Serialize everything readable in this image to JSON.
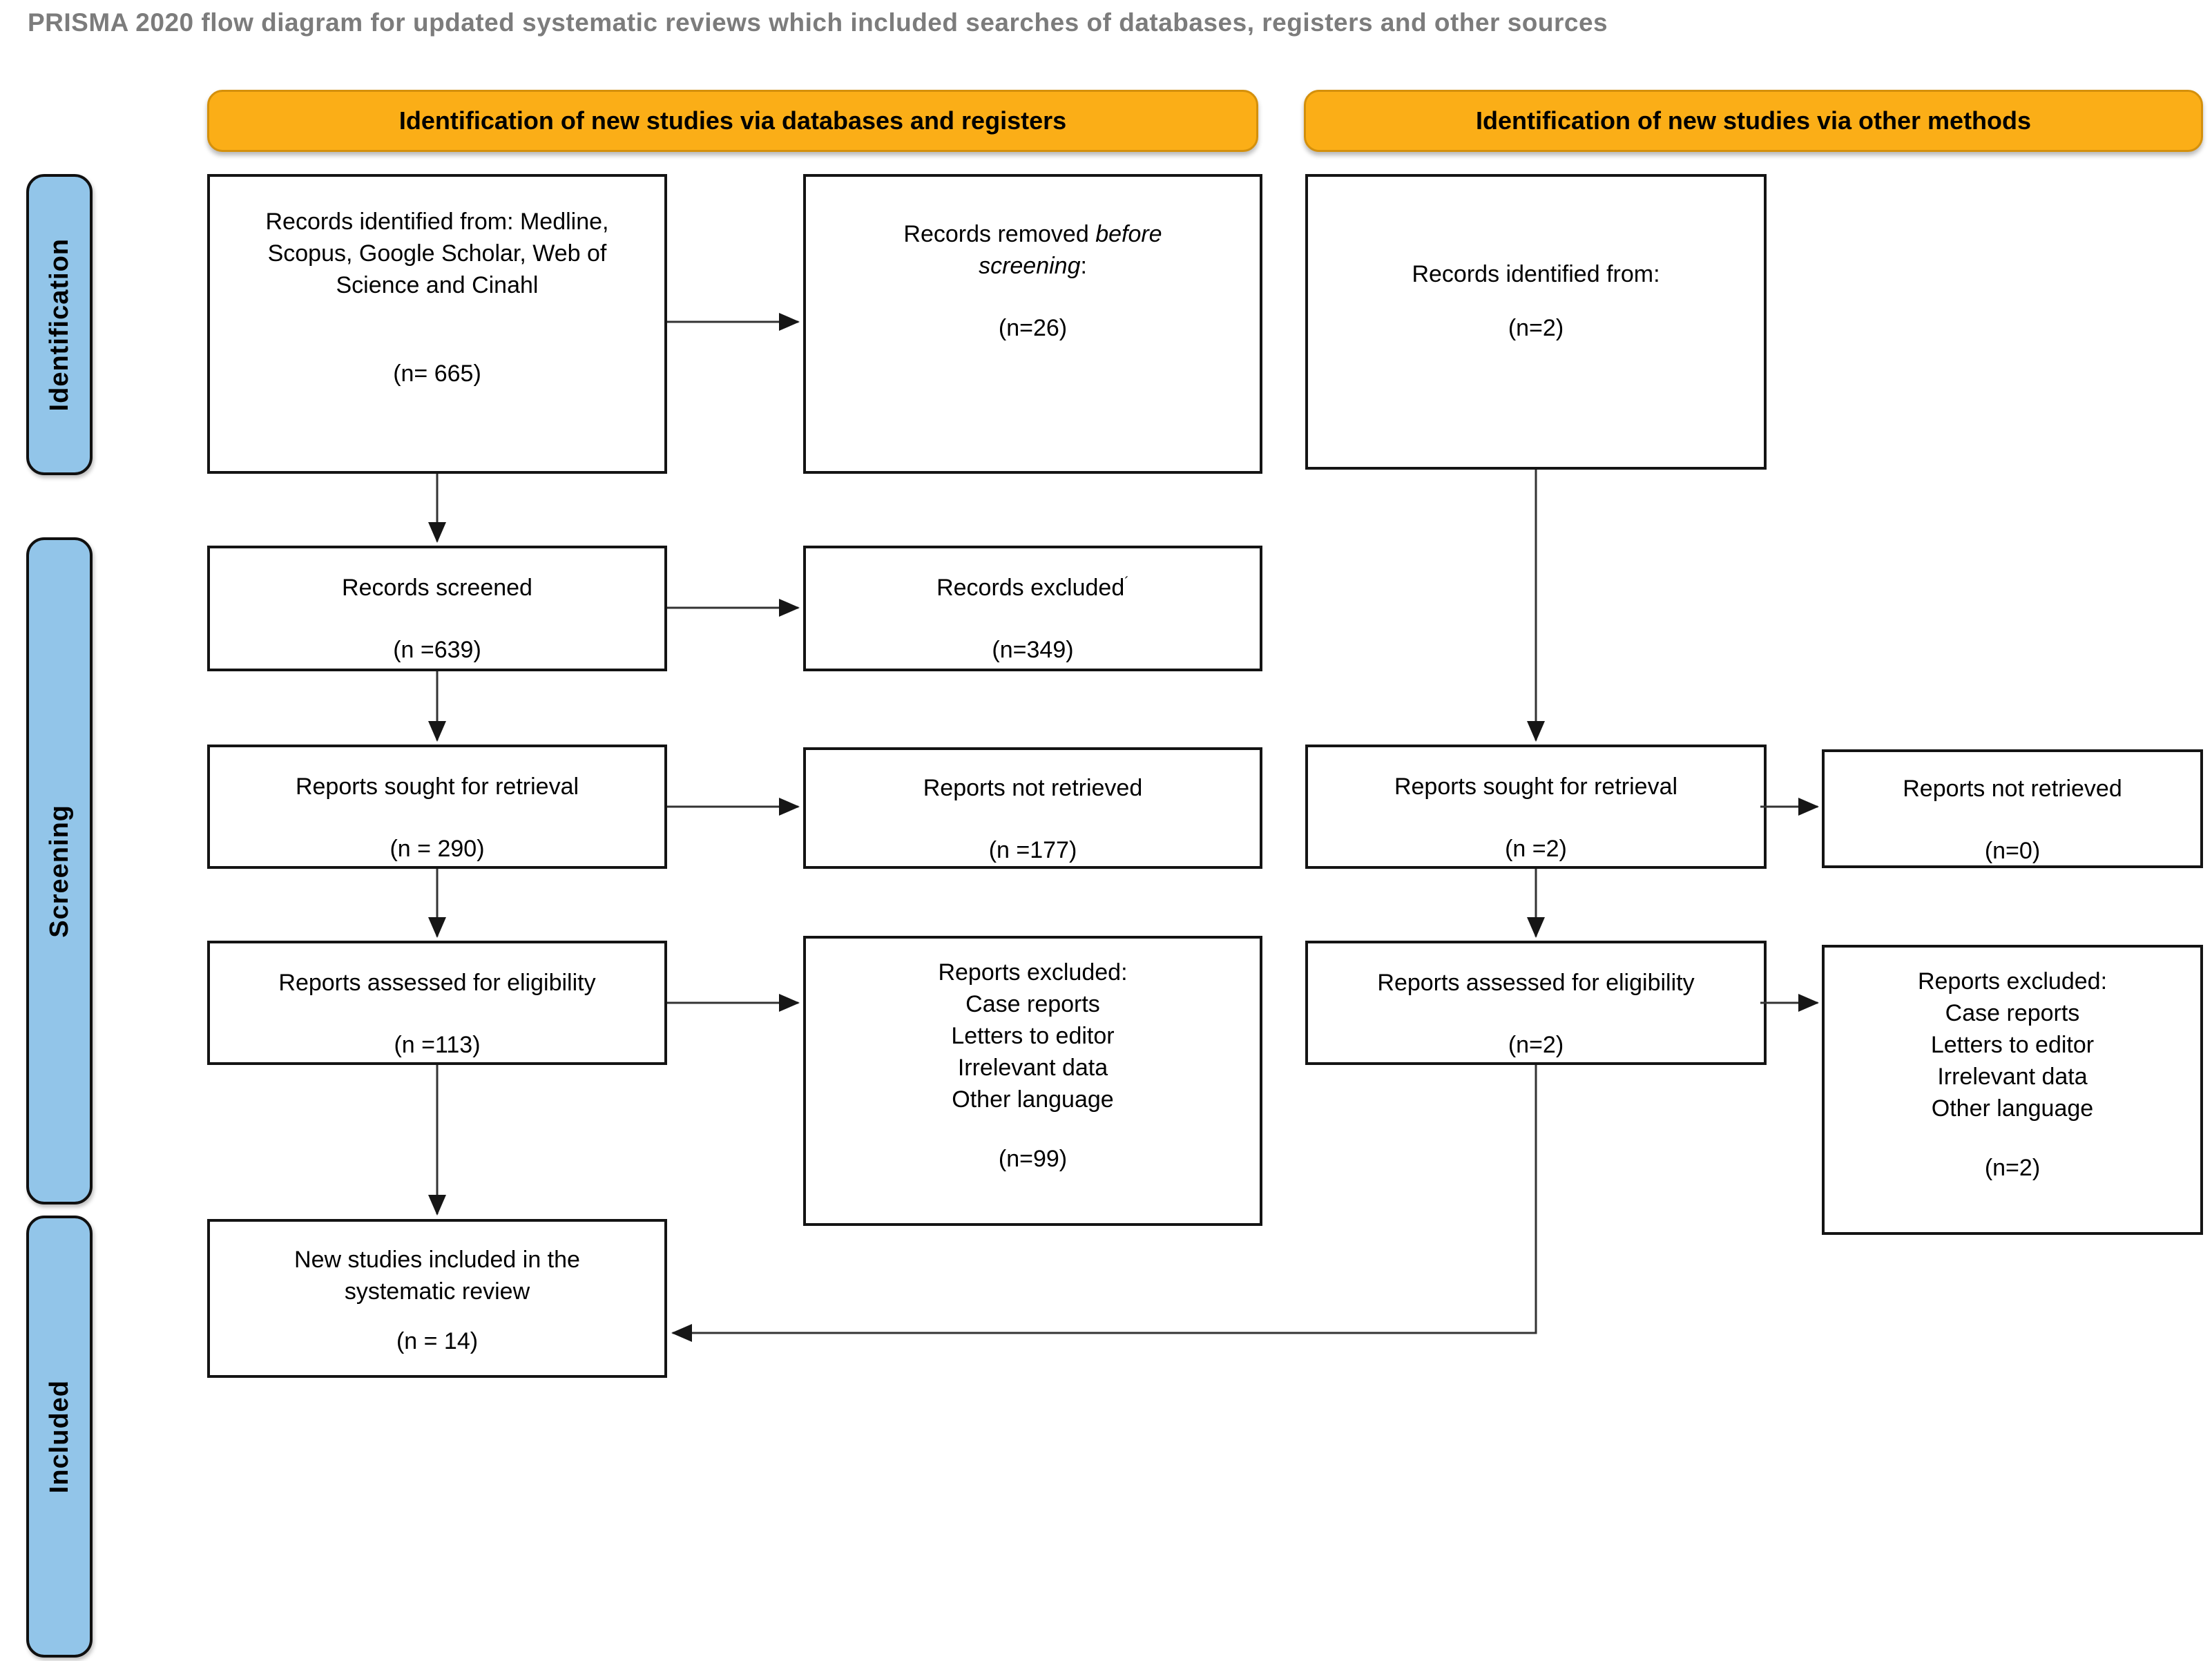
{
  "title": "PRISMA 2020 flow diagram for updated systematic reviews which included searches of databases, registers and other sources",
  "headers": {
    "databases": "Identification of new studies via databases and registers",
    "other": "Identification of new studies via other methods"
  },
  "sidebar": {
    "identification": "Identification",
    "screening": "Screening",
    "included": "Included"
  },
  "boxes": {
    "records_identified_db": {
      "lines": [
        "Records identified from: Medline,",
        "Scopus, Google Scholar, Web of",
        "Science and Cinahl"
      ],
      "count": "(n= 665)"
    },
    "records_removed": {
      "line1_normal": "Records removed ",
      "line1_italic": "before",
      "line2_italic": "screening",
      "line2_suffix": ":",
      "count": "(n=26)"
    },
    "records_identified_other": {
      "line": "Records identified from:",
      "count": "(n=2)"
    },
    "records_screened": {
      "line": "Records screened",
      "count": "(n =639)"
    },
    "records_excluded": {
      "label": "Records excluded",
      "sup": "´",
      "count": "(n=349)"
    },
    "reports_sought_db": {
      "line": "Reports sought for retrieval",
      "count": "(n = 290)"
    },
    "reports_not_retrieved_db": {
      "line": "Reports not retrieved",
      "count": "(n =177)"
    },
    "reports_assessed_db": {
      "line": "Reports assessed for eligibility",
      "count": "(n =113)"
    },
    "reports_excluded_db": {
      "heading": "Reports excluded:",
      "items": [
        "Case reports",
        "Letters to editor",
        "Irrelevant data",
        "Other language"
      ],
      "count": "(n=99)"
    },
    "reports_sought_other": {
      "line": "Reports sought for retrieval",
      "count": "(n =2)"
    },
    "reports_not_retrieved_other": {
      "line": "Reports not retrieved",
      "count": "(n=0)"
    },
    "reports_assessed_other": {
      "line": "Reports assessed for eligibility",
      "count": "(n=2)"
    },
    "reports_excluded_other": {
      "heading": "Reports excluded:",
      "items": [
        "Case reports",
        "Letters to editor",
        "Irrelevant data",
        "Other language"
      ],
      "count": "(n=2)"
    },
    "new_studies_included": {
      "lines": [
        "New studies included in the",
        "systematic review"
      ],
      "count": "(n = 14)"
    }
  },
  "colors": {
    "header_bg": "#FBAE17",
    "header_border": "#D4900C",
    "sidebar_bg": "#92C5E9",
    "box_border": "#141414",
    "arrow": "#333333",
    "title": "#7C7C7C"
  }
}
